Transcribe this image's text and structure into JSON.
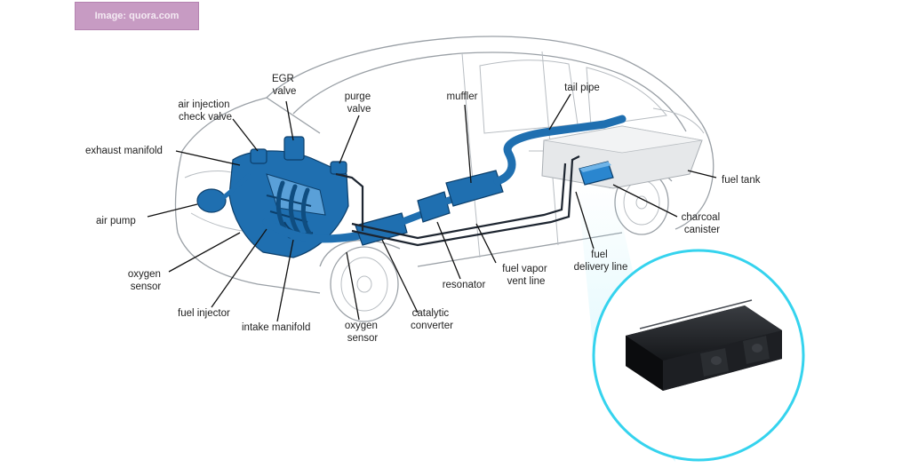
{
  "watermark": "Image: quora.com",
  "labels": {
    "egr_valve": [
      "EGR",
      "valve"
    ],
    "air_injection_check_valve": [
      "air injection",
      "check valve"
    ],
    "purge_valve": [
      "purge",
      "valve"
    ],
    "muffler": "muffler",
    "tail_pipe": "tail pipe",
    "exhaust_manifold": "exhaust manifold",
    "fuel_tank": "fuel tank",
    "air_pump": "air pump",
    "charcoal_canister": [
      "charcoal",
      "canister"
    ],
    "oxygen_sensor_front": [
      "oxygen",
      "sensor"
    ],
    "fuel_vapor_vent_line": [
      "fuel vapor",
      "vent line"
    ],
    "fuel_delivery_line": [
      "fuel",
      "delivery line"
    ],
    "resonator": "resonator",
    "fuel_injector": "fuel injector",
    "intake_manifold": "intake manifold",
    "oxygen_sensor_rear": [
      "oxygen",
      "sensor"
    ],
    "catalytic_converter": [
      "catalytic",
      "converter"
    ]
  },
  "colors": {
    "pipe": "#1f6fb0",
    "callout_ring": "#35d3ee",
    "badge": "#c79bc3"
  }
}
